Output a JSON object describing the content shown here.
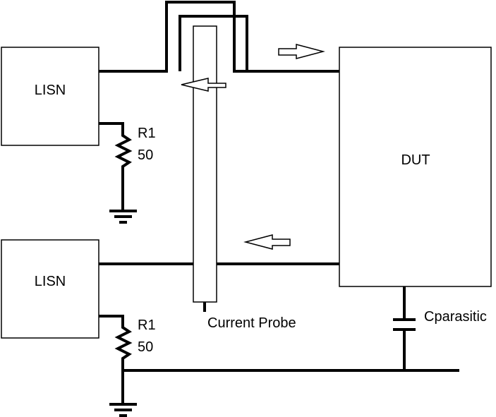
{
  "blocks": {
    "lisn_top": "LISN",
    "lisn_bottom": "LISN",
    "dut": "DUT"
  },
  "resistors": {
    "top": {
      "name": "R1",
      "value": "50"
    },
    "bottom": {
      "name": "R1",
      "value": "50"
    }
  },
  "capacitor": "Cparasitic",
  "probe": "Current Probe"
}
